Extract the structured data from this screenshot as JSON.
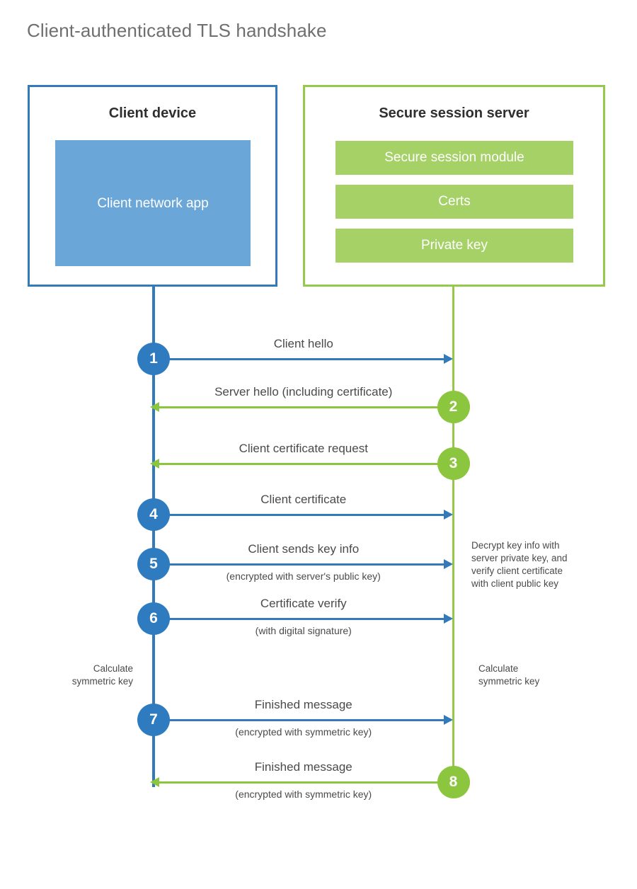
{
  "title": "Client-authenticated TLS handshake",
  "colors": {
    "blue_border": "#3479b8",
    "blue_fill": "#6aa6d8",
    "blue_circle": "#2e7cbf",
    "green_border": "#96c94b",
    "green_fill": "#a5d167",
    "green_circle": "#8cc63e",
    "text": "#4a4a4a",
    "title_text": "#6f6f6f"
  },
  "client": {
    "title": "Client device",
    "app_label": "Client network app"
  },
  "server": {
    "title": "Secure session server",
    "bars": [
      {
        "label": "Secure session module"
      },
      {
        "label": "Certs"
      },
      {
        "label": "Private key"
      }
    ]
  },
  "steps": [
    {
      "number": "1",
      "label": "Client hello",
      "sublabel": "",
      "direction": "client-to-server",
      "color": "blue"
    },
    {
      "number": "2",
      "label": "Server hello (including certificate)",
      "sublabel": "",
      "direction": "server-to-client",
      "color": "green"
    },
    {
      "number": "3",
      "label": "Client certificate request",
      "sublabel": "",
      "direction": "server-to-client",
      "color": "green"
    },
    {
      "number": "4",
      "label": "Client certificate",
      "sublabel": "",
      "direction": "client-to-server",
      "color": "blue"
    },
    {
      "number": "5",
      "label": "Client sends key info",
      "sublabel": "(encrypted with server's public key)",
      "direction": "client-to-server",
      "color": "blue"
    },
    {
      "number": "6",
      "label": "Certificate verify",
      "sublabel": "(with digital signature)",
      "direction": "client-to-server",
      "color": "blue"
    },
    {
      "number": "7",
      "label": "Finished message",
      "sublabel": "(encrypted with symmetric key)",
      "direction": "client-to-server",
      "color": "blue"
    },
    {
      "number": "8",
      "label": "Finished message",
      "sublabel": "(encrypted with symmetric key)",
      "direction": "server-to-client",
      "color": "green"
    }
  ],
  "notes": {
    "server_decrypt": {
      "lines": [
        "Decrypt key info with",
        "server private key, and",
        "verify client certificate",
        "with client public key"
      ]
    },
    "client_calculate": {
      "lines": [
        "Calculate",
        "symmetric key"
      ]
    },
    "server_calculate": {
      "lines": [
        "Calculate",
        "symmetric key"
      ]
    }
  }
}
